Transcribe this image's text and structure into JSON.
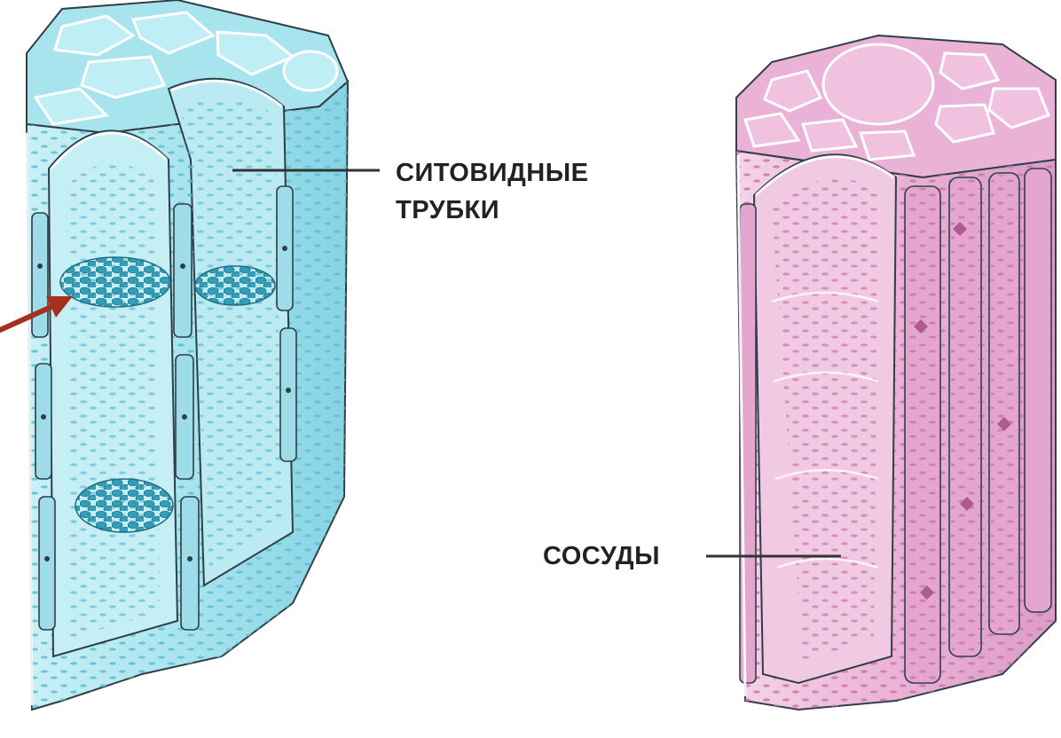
{
  "labels": {
    "sieve_tubes": {
      "line1": "СИТОВИДНЫЕ",
      "line2": "ТРУБКИ"
    },
    "vessels": "СОСУДЫ"
  },
  "colors": {
    "phloem_fill": "#a8e4ee",
    "phloem_dark": "#5fbfd2",
    "phloem_spot": "#3fa6bf",
    "phloem_light": "#d6f4f8",
    "xylem_fill": "#eab2d6",
    "xylem_dark": "#c879ad",
    "xylem_spot": "#c06aa3",
    "xylem_light": "#f7dbec",
    "outline": "#2f3f46",
    "leader": "#333333",
    "arrow": "#a63020"
  },
  "icons": {
    "pointer": "red-arrow-icon"
  }
}
